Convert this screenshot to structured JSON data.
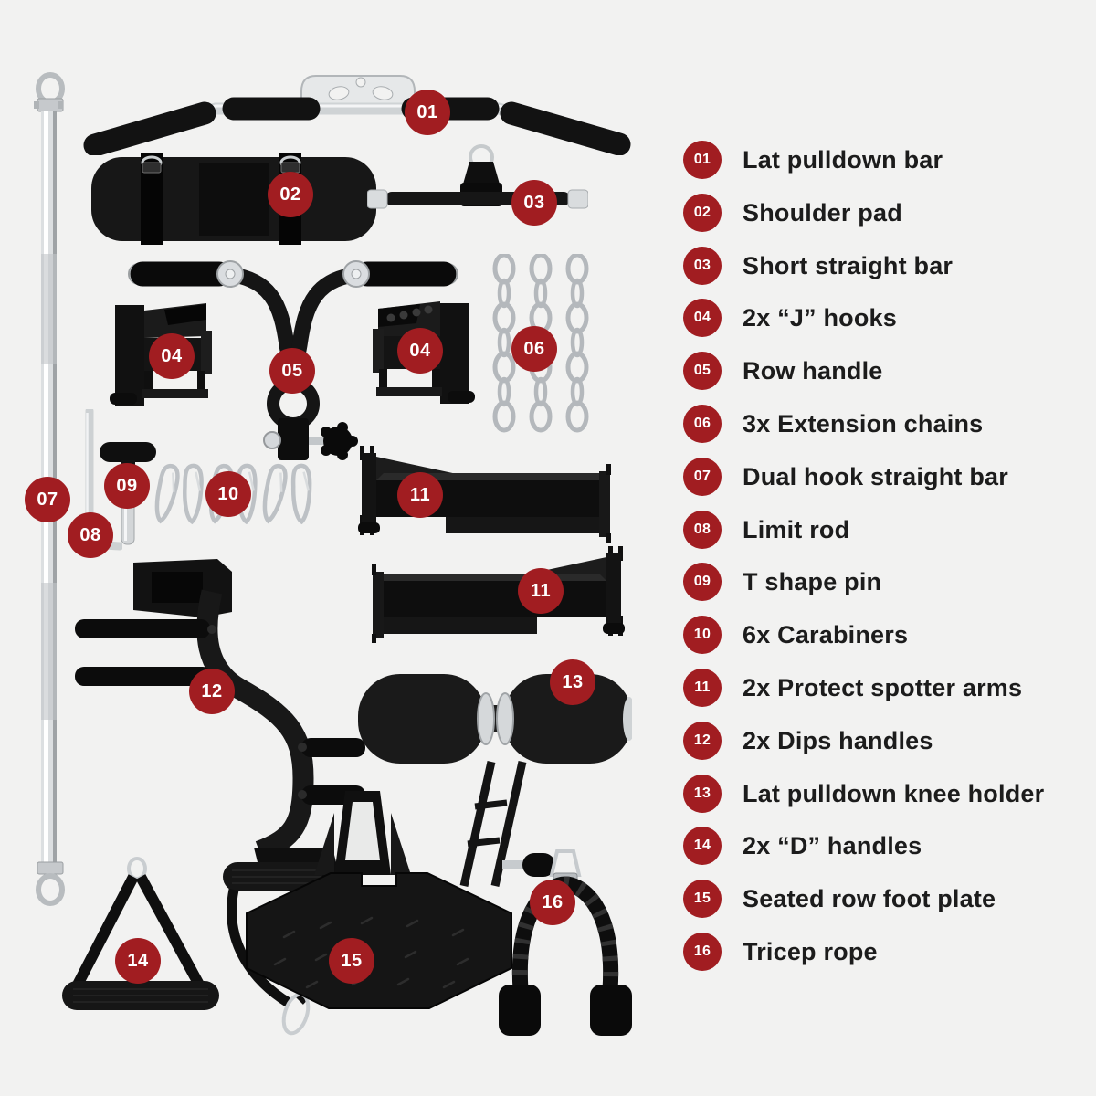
{
  "colors": {
    "background": "#f2f2f1",
    "badge": "#a11d21",
    "badge_text": "#ffffff",
    "label_text": "#1c1c1c",
    "equipment_black": "#141414",
    "chrome": "#d6d9db"
  },
  "items": [
    {
      "num": "01",
      "label": "Lat pulldown bar"
    },
    {
      "num": "02",
      "label": "Shoulder pad"
    },
    {
      "num": "03",
      "label": "Short straight bar"
    },
    {
      "num": "04",
      "label": "2x “J” hooks"
    },
    {
      "num": "05",
      "label": "Row handle"
    },
    {
      "num": "06",
      "label": "3x Extension chains"
    },
    {
      "num": "07",
      "label": "Dual hook straight bar"
    },
    {
      "num": "08",
      "label": "Limit rod"
    },
    {
      "num": "09",
      "label": "T shape pin"
    },
    {
      "num": "10",
      "label": "6x Carabiners"
    },
    {
      "num": "11",
      "label": "2x Protect spotter arms"
    },
    {
      "num": "12",
      "label": "2x Dips handles"
    },
    {
      "num": "13",
      "label": "Lat pulldown knee holder"
    },
    {
      "num": "14",
      "label": "2x “D” handles"
    },
    {
      "num": "15",
      "label": "Seated row foot plate"
    },
    {
      "num": "16",
      "label": "Tricep rope"
    }
  ],
  "diagram_badges": [
    "01",
    "02",
    "03",
    "04",
    "05",
    "04",
    "06",
    "07",
    "09",
    "10",
    "08",
    "11",
    "11",
    "12",
    "13",
    "14",
    "15",
    "16"
  ]
}
